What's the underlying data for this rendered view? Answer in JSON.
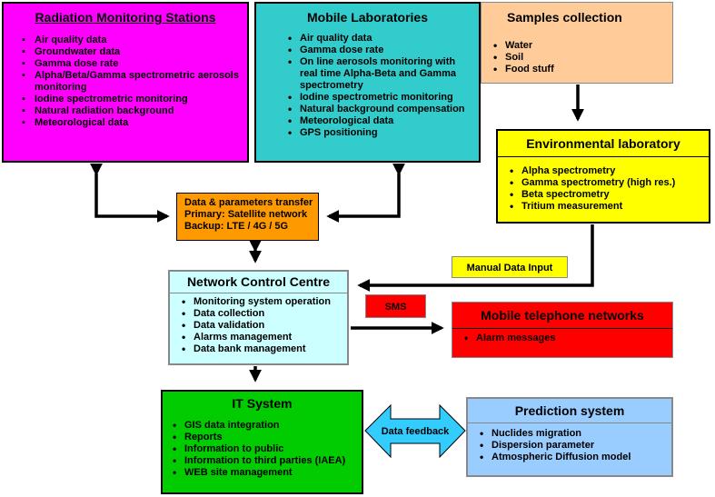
{
  "radiation_monitoring": {
    "title": "Radiation Monitoring Stations",
    "items": [
      "Air quality data",
      "Groundwater data",
      "Gamma dose rate",
      "Alpha/Beta/Gamma spectrometric aerosols monitoring",
      "Iodine spectrometric monitoring",
      "Natural radiation background",
      "Meteorological data"
    ],
    "color": "#FF00FF"
  },
  "mobile_labs": {
    "title": "Mobile Laboratories",
    "items": [
      "Air quality data",
      "Gamma dose rate",
      "On line aerosols monitoring with real time Alpha-Beta and Gamma spectrometry",
      "Iodine spectrometric monitoring",
      "Natural background compensation",
      "Meteorological data",
      "GPS positioning"
    ],
    "color": "#33CCCC"
  },
  "samples": {
    "title": "Samples collection",
    "items": [
      "Water",
      "Soil",
      "Food stuff"
    ],
    "color": "#FFCC99"
  },
  "env_lab": {
    "title": "Environmental laboratory",
    "items": [
      "Alpha spectrometry",
      "Gamma spectrometry (high res.)",
      "Beta spectrometry",
      "Tritium measurement"
    ],
    "color": "#FFFF00"
  },
  "data_transfer": {
    "lines": [
      "Data & parameters transfer",
      "Primary: Satellite network",
      "Backup: LTE / 4G / 5G"
    ],
    "color": "#FF9900"
  },
  "manual_input": {
    "label": "Manual Data Input",
    "color": "#FFFF00"
  },
  "network_cc": {
    "title": "Network Control Centre",
    "items": [
      "Monitoring system operation",
      "Data collection",
      "Data validation",
      "Alarms management",
      "Data bank management"
    ],
    "color": "#CCFFFF"
  },
  "sms": {
    "label": "SMS",
    "color": "#FF0000"
  },
  "mobile_networks": {
    "title": "Mobile telephone networks",
    "items": [
      "Alarm messages"
    ],
    "color": "#FF0000"
  },
  "it_system": {
    "title": "IT System",
    "items": [
      "GIS data integration",
      "Reports",
      "Information to public",
      "Information to third parties (IAEA)",
      "WEB site management"
    ],
    "color": "#00CC00"
  },
  "data_feedback": {
    "label": "Data feedback",
    "color": "#33CCFF"
  },
  "prediction": {
    "title": "Prediction system",
    "items": [
      "Nuclides migration",
      "Dispersion parameter",
      "Atmospheric Diffusion model"
    ],
    "color": "#99CCFF"
  }
}
